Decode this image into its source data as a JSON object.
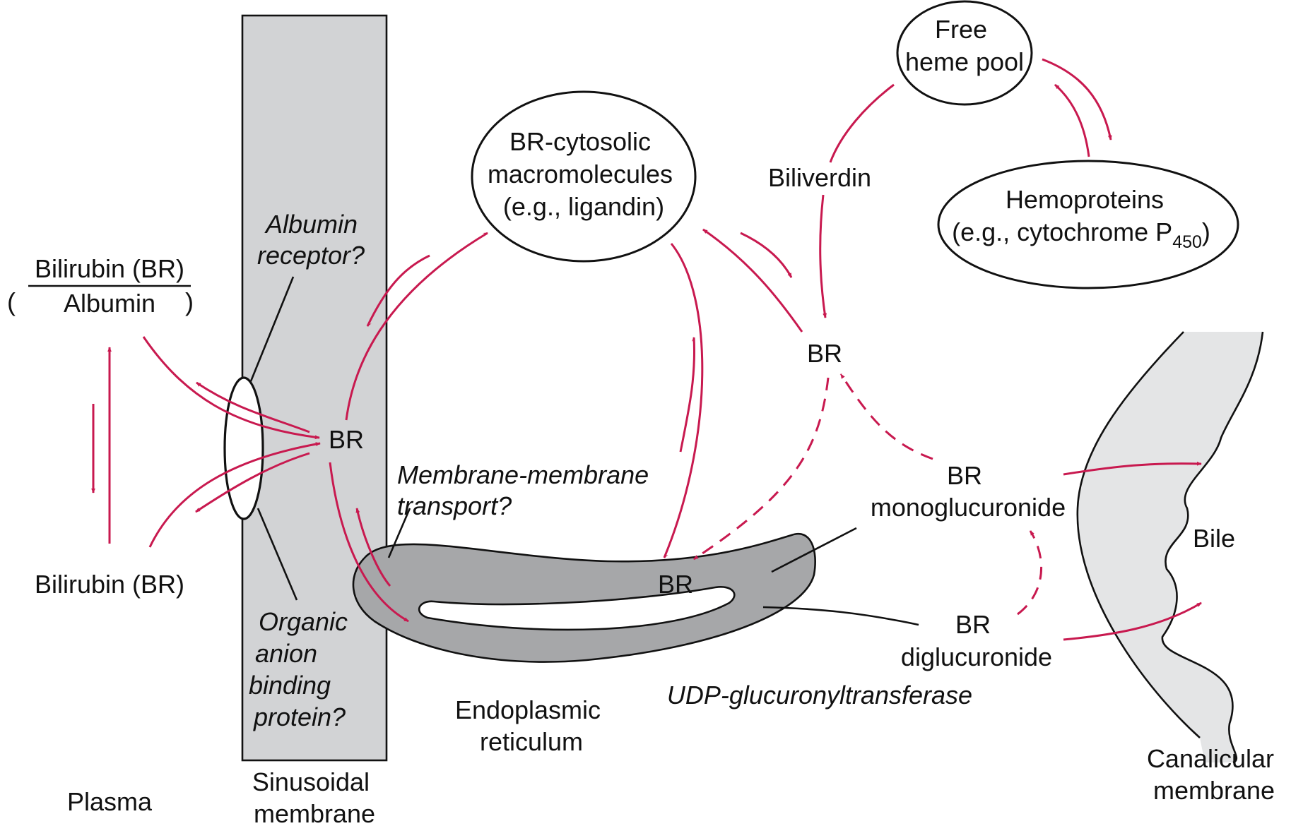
{
  "labels": {
    "free_heme_pool": [
      "Free",
      "heme pool"
    ],
    "hemoproteins": [
      "Hemoproteins",
      "(e.g., cytochrome P",
      "450",
      ")"
    ],
    "biliverdin": "Biliverdin",
    "br_cytosolic": [
      "BR-cytosolic",
      "macromolecules",
      "(e.g., ligandin)"
    ],
    "albumin_receptor": [
      "Albumin",
      "receptor?"
    ],
    "bilirubin_albumin": {
      "numerator": "Bilirubin (BR)",
      "denominator": "Albumin"
    },
    "bilirubin_plasma": "Bilirubin (BR)",
    "br_membrane": "BR",
    "br_cytosol": "BR",
    "br_er": "BR",
    "membrane_transport": [
      "Membrane-membrane",
      "transport?"
    ],
    "br_monoglucuronide": [
      "BR",
      "monoglucuronide"
    ],
    "br_diglucuronide": [
      "BR",
      "diglucuronide"
    ],
    "bile": "Bile",
    "organic_anion": [
      "Organic",
      "anion",
      "binding",
      "protein?"
    ],
    "endoplasmic_reticulum": [
      "Endoplasmic",
      "reticulum"
    ],
    "udp_glucuronyltransferase": "UDP-glucuronyltransferase",
    "plasma": "Plasma",
    "sinusoidal_membrane": [
      "Sinusoidal",
      "membrane"
    ],
    "canalicular_membrane": [
      "Canalicular",
      "membrane"
    ]
  },
  "colors": {
    "arrow": "#c8194f",
    "membrane_fill": "#d2d3d5",
    "er_fill": "#a6a7a9",
    "bile_fill": "#e4e5e6",
    "outline": "#111111"
  }
}
